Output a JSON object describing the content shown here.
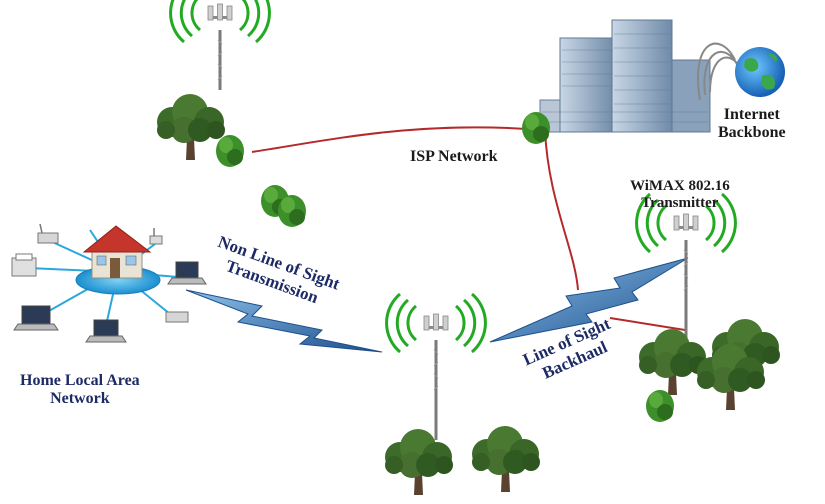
{
  "labels": {
    "isp_network": "ISP Network",
    "internet_backbone": [
      "Internet",
      "Backbone"
    ],
    "wimax_transmitter": [
      "WiMAX 802.16",
      "Transmitter"
    ],
    "nlos": [
      "Non Line of Sight",
      "Transmission"
    ],
    "los": [
      "Line of Sight",
      "Backhaul"
    ],
    "home_lan": [
      "Home Local Area",
      "Network"
    ]
  },
  "colors": {
    "signal": "#22aa22",
    "bolt_light": "#6ea8dc",
    "bolt_dark": "#1d4f8c",
    "cable": "#b42a2a",
    "text_navy": "#1c2a66",
    "hub": "#2aa7df",
    "tree": "#3f6e2c",
    "building": "#7f9bb8"
  },
  "icons": [
    "tower-icon",
    "tree-icon",
    "building-icon",
    "globe-icon",
    "house-icon",
    "lightning-bolt-icon",
    "laptop-icon",
    "printer-icon",
    "router-icon",
    "phone-icon"
  ]
}
